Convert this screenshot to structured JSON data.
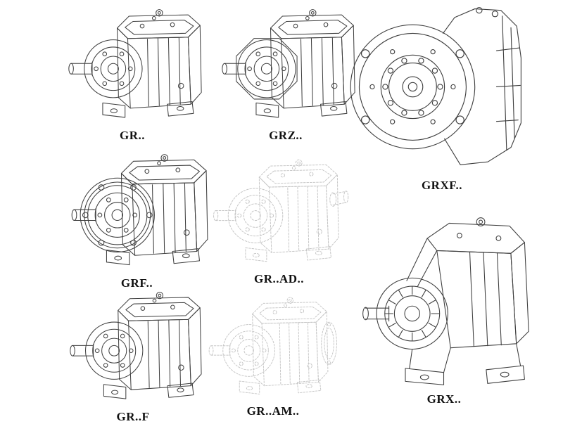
{
  "page": {
    "background": "#ffffff",
    "ink_color": "#3f3f3f",
    "phantom_color": "#c5c5c5",
    "label_color": "#111111"
  },
  "figures": [
    {
      "id": "gr",
      "label": "GR..",
      "style": "solid-line isometric gear reducer, foot mounted"
    },
    {
      "id": "grz",
      "label": "GRZ..",
      "style": "solid-line isometric gear reducer, foot mounted"
    },
    {
      "id": "grxf",
      "label": "GRXF..",
      "style": "solid-line front view, round flange mounted"
    },
    {
      "id": "grf",
      "label": "GRF..",
      "style": "solid-line isometric gear reducer with input flange"
    },
    {
      "id": "grad",
      "label": "GR..AD..",
      "style": "phantom (light dashed) isometric with adapter shaft"
    },
    {
      "id": "grft",
      "label": "GR..F",
      "style": "solid-line isometric gear reducer, foot mounted"
    },
    {
      "id": "gram",
      "label": "GR..AM..",
      "style": "phantom (light dashed) isometric with motor flange"
    },
    {
      "id": "grx",
      "label": "GRX..",
      "style": "solid-line large isometric gear reducer, foot mounted"
    }
  ]
}
